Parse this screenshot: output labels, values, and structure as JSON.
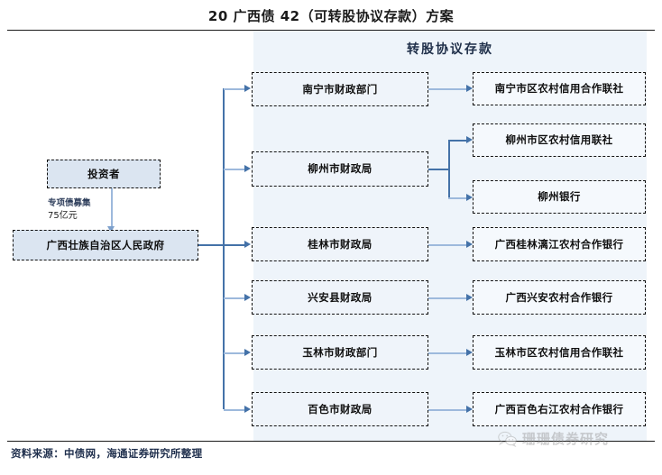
{
  "title": "20 广西债 42（可转股协议存款）方案",
  "panel": {
    "header": "转股协议存款"
  },
  "source_note": "资料来源：中债网，海通证券研究所整理",
  "watermark": {
    "text": "珊珊债券研究",
    "icon": "wechat-icon",
    "subtext": ""
  },
  "colors": {
    "panel_bg": "#eef4fa",
    "source_box_fill": "#dbe5f1",
    "node_fill": "#eff4fa",
    "connector": "#4472a8",
    "connector_light": "#9db9dc",
    "border": "#111111"
  },
  "left_column": {
    "investor": "投资者",
    "government": "广西壮族自治区人民政府",
    "flow_label_line1": "专项债募集",
    "flow_label_line2": "75亿元"
  },
  "middle_column": [
    {
      "label": "南宁市财政部门"
    },
    {
      "label": "柳州市财政局"
    },
    {
      "label": "桂林市财政局"
    },
    {
      "label": "兴安县财政局"
    },
    {
      "label": "玉林市财政部门"
    },
    {
      "label": "百色市财政局"
    }
  ],
  "right_column": [
    {
      "label": "南宁市区农村信用合作联社"
    },
    {
      "label": "柳州市区农村信用联社"
    },
    {
      "label": "柳州银行"
    },
    {
      "label": "广西桂林漓江农村合作银行"
    },
    {
      "label": "广西兴安农村合作银行"
    },
    {
      "label": "玉林市区农村信用合作联社"
    },
    {
      "label": "广西百色右江农村合作银行"
    }
  ]
}
